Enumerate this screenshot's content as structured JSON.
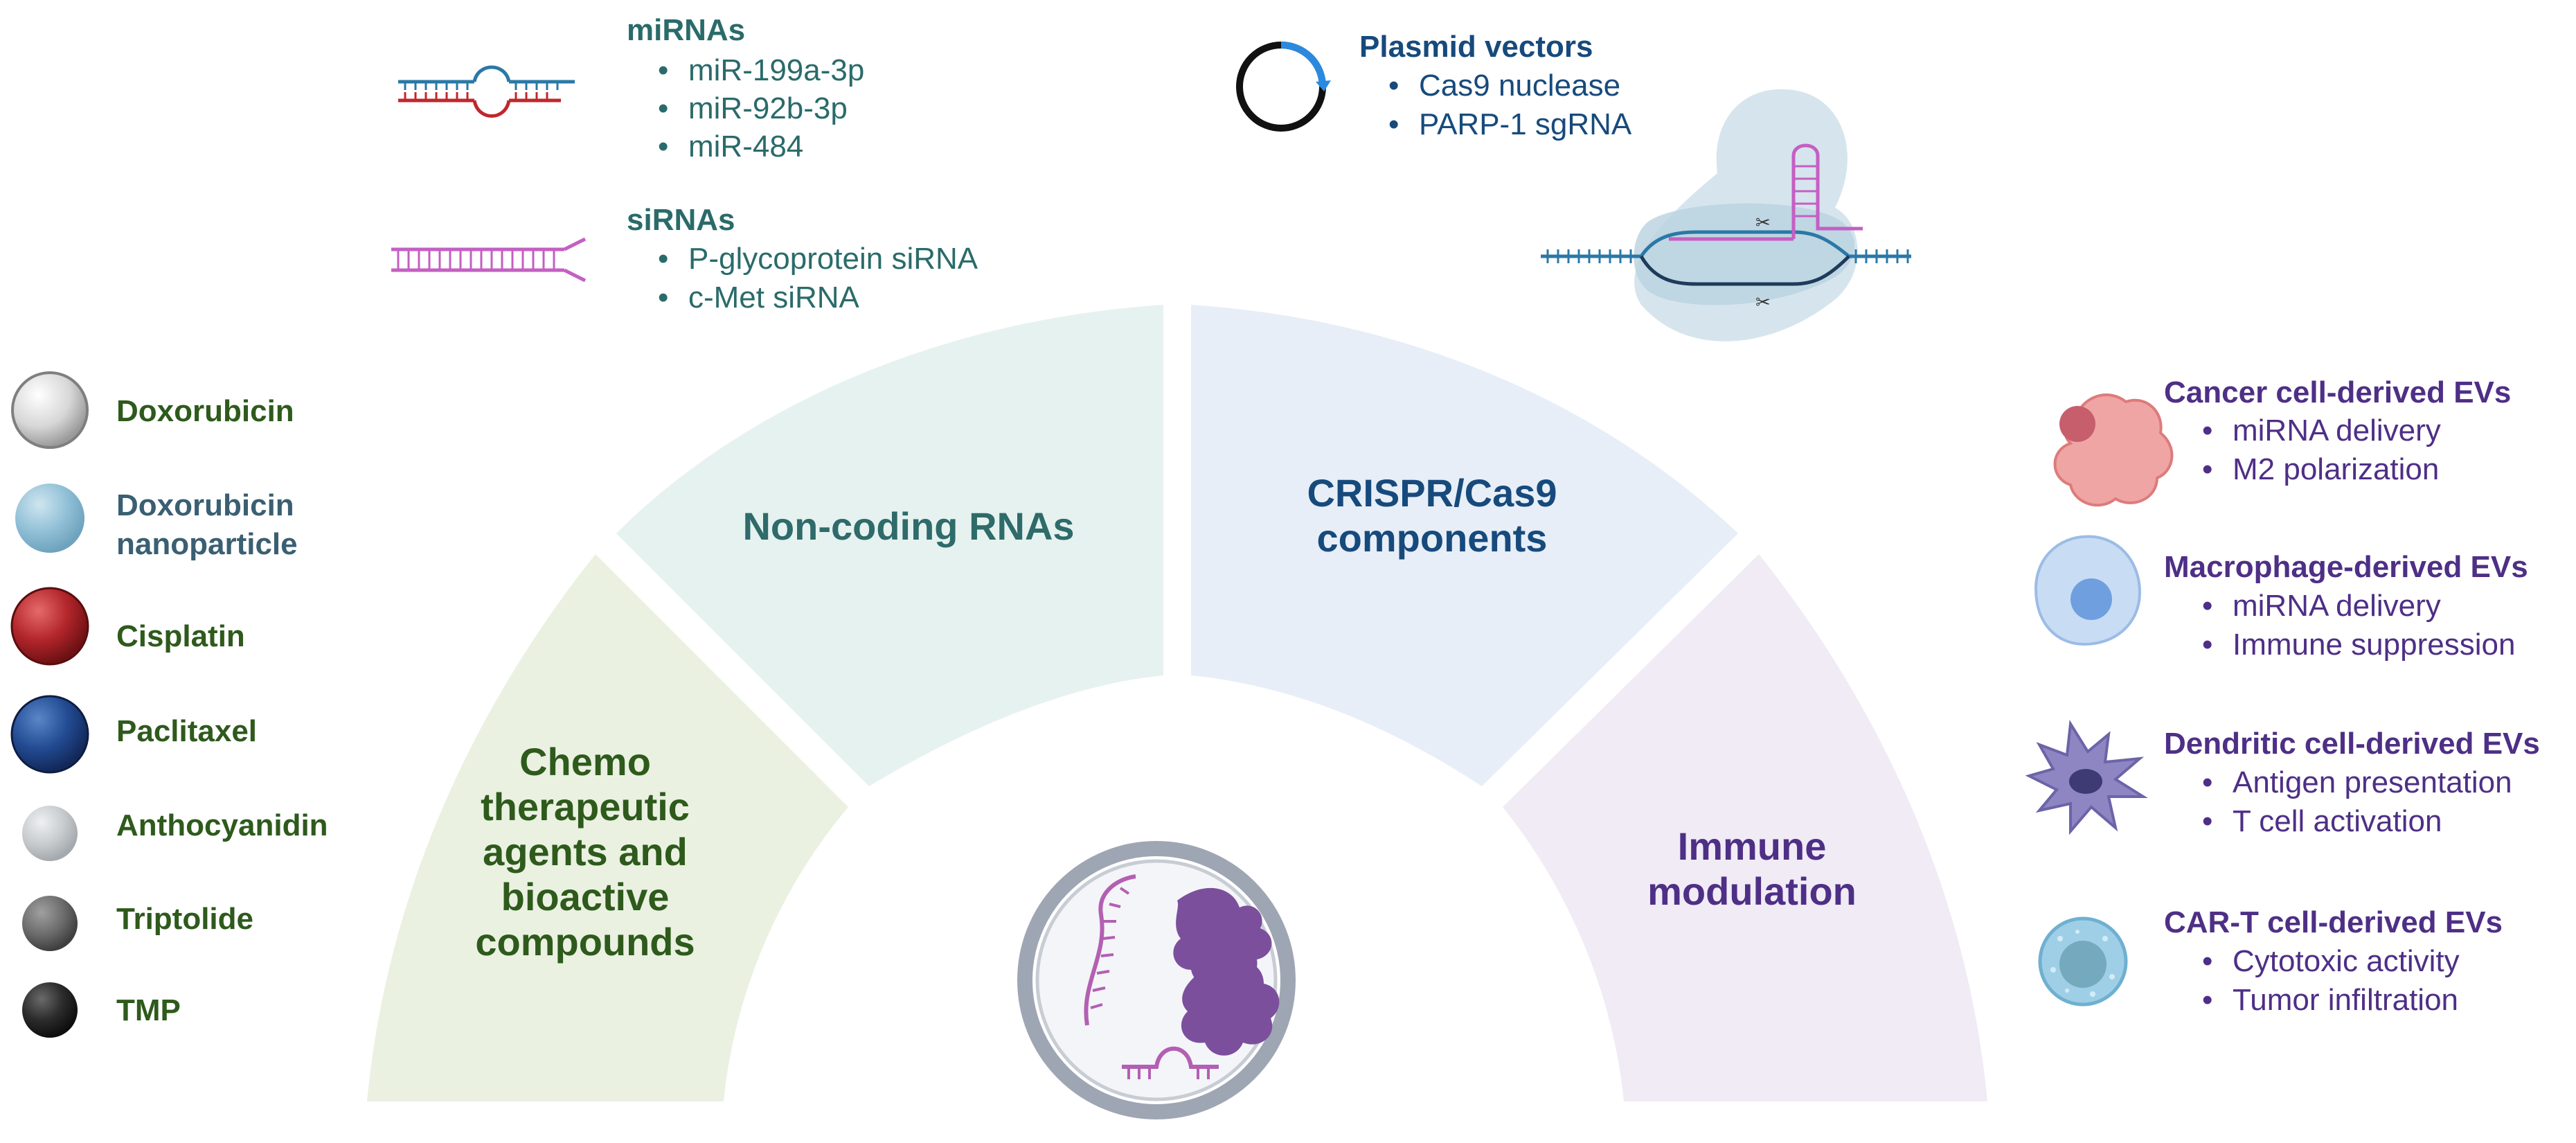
{
  "colors": {
    "chemo_fill": "#eaf1e1",
    "ncrna_fill": "#e6f2ef",
    "crispr_fill": "#e7eef7",
    "immune_fill": "#f0ebf5",
    "chemo_text": "#2e5a1c",
    "ncrna_text": "#2e6b6a",
    "crispr_text": "#174a7c",
    "immune_text": "#4e2f86"
  },
  "sectors": {
    "chemo": [
      "Chemo",
      "therapeutic",
      "agents and",
      "bioactive",
      "compounds"
    ],
    "ncrna": [
      "Non-coding RNAs"
    ],
    "crispr": [
      "CRISPR/Cas9",
      "components"
    ],
    "immune": [
      "Immune",
      "modulation"
    ]
  },
  "drugs": [
    {
      "label": "Doxorubicin",
      "icon": "light-grey-sphere-icon"
    },
    {
      "label": "Doxorubicin nanoparticle",
      "icon": "light-blue-sphere-icon"
    },
    {
      "label": "Cisplatin",
      "icon": "red-sphere-icon"
    },
    {
      "label": "Paclitaxel",
      "icon": "blue-sphere-icon"
    },
    {
      "label": "Anthocyanidin",
      "icon": "pale-grey-sphere-icon"
    },
    {
      "label": "Triptolide",
      "icon": "grey-sphere-icon"
    },
    {
      "label": "TMP",
      "icon": "black-sphere-icon"
    }
  ],
  "drug_label_lines": {
    "dox_np_line1": "Doxorubicin",
    "dox_np_line2": "nanoparticle"
  },
  "mirnas": {
    "heading": "miRNAs",
    "items": [
      "miR-199a-3p",
      "miR-92b-3p",
      "miR-484"
    ]
  },
  "sirnas": {
    "heading": "siRNAs",
    "items": [
      "P-glycoprotein siRNA",
      "c-Met siRNA"
    ]
  },
  "plasmid": {
    "heading": "Plasmid vectors",
    "items": [
      "Cas9 nuclease",
      "PARP-1 sgRNA"
    ]
  },
  "evs": [
    {
      "heading": "Cancer cell-derived EVs",
      "items": [
        "miRNA delivery",
        "M2 polarization"
      ],
      "icon": "cancer-cell-icon"
    },
    {
      "heading": "Macrophage-derived EVs",
      "items": [
        "miRNA delivery",
        "Immune suppression"
      ],
      "icon": "macrophage-icon"
    },
    {
      "heading": "Dendritic cell-derived EVs",
      "items": [
        "Antigen presentation",
        "T cell activation"
      ],
      "icon": "dendritic-cell-icon"
    },
    {
      "heading": "CAR-T cell-derived EVs",
      "items": [
        "Cytotoxic activity",
        "Tumor infiltration"
      ],
      "icon": "car-t-cell-icon"
    }
  ]
}
